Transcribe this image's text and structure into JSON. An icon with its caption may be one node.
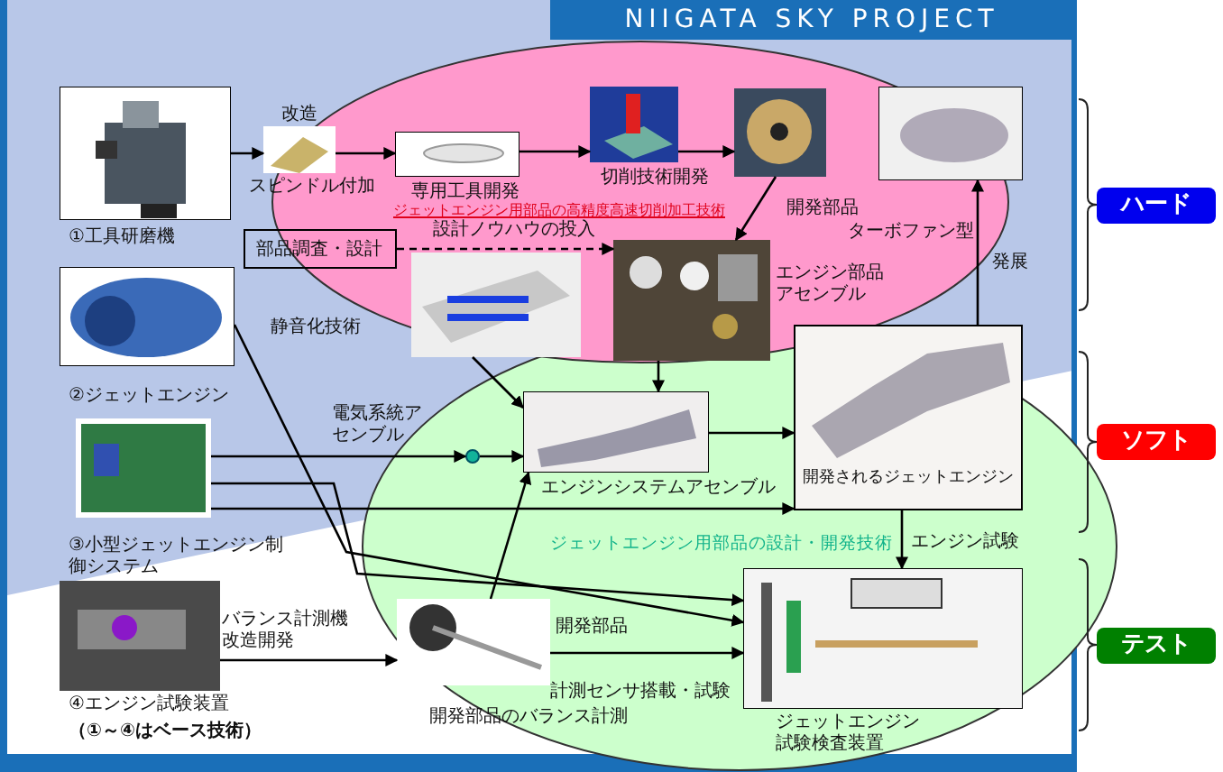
{
  "diagram": {
    "title": "NIIGATA SKY PROJECT",
    "nodes": [
      {
        "text": [],
        "shape": "picture",
        "beside": [
          "①工具研磨機"
        ]
      },
      {
        "text": [],
        "shape": "picture",
        "beside": [
          "改造",
          "スピンドル付加"
        ]
      },
      {
        "text": [
          "ジェットエンジン用部品の高精度高速切削加工技術"
        ]
      },
      {
        "text": [],
        "shape": "picture",
        "in": 2,
        "beside": [
          "専用工具開発"
        ]
      },
      {
        "text": [],
        "shape": "picture",
        "in": 2,
        "beside": [
          "切削技術開発"
        ]
      },
      {
        "text": [],
        "shape": "picture",
        "in": 2,
        "beside": [
          "開発部品"
        ]
      },
      {
        "text": [],
        "shape": "picture",
        "beside": [
          "ターボファン型"
        ]
      },
      {
        "text": [
          "部品調査・設計"
        ]
      },
      {
        "text": [],
        "shape": "picture",
        "beside": [
          "②ジェットエンジン"
        ]
      },
      {
        "text": [],
        "shape": "picture",
        "in": 2,
        "beside": [
          "静音化技術"
        ]
      },
      {
        "text": [],
        "shape": "picture",
        "in": 2,
        "beside": [
          "エンジン部品アセンブル"
        ]
      },
      {
        "text": [
          "ジェットエンジン用部品の設計・開発技術"
        ]
      },
      {
        "text": [],
        "shape": "picture",
        "beside": [
          "③小型ジェットエンジン制御システム"
        ]
      },
      {
        "text": [],
        "shape": "circle",
        "in": 11,
        "beside": [
          "電気系統アセンブル"
        ]
      },
      {
        "text": [],
        "shape": "picture",
        "in": 11,
        "beside": [
          "エンジンシステムアセンブル"
        ]
      },
      {
        "text": [
          "開発されるジェットエンジン"
        ],
        "in": 11
      },
      {
        "text": [],
        "shape": "picture",
        "beside": [
          "④エンジン試験装置",
          "（①～④はベース技術）"
        ]
      },
      {
        "text": [],
        "shape": "picture",
        "in": 11,
        "beside": [
          "開発部品のバランス計測",
          "開発部品"
        ]
      },
      {
        "text": [],
        "shape": "picture",
        "in": 11,
        "beside": [
          "ジェットエンジン試験検査装置"
        ]
      }
    ],
    "edges": [
      {
        "from": 0,
        "to": 1,
        "arrow": "to"
      },
      {
        "from": 1,
        "to": 3,
        "arrow": "to"
      },
      {
        "from": 3,
        "to": 4,
        "arrow": "to"
      },
      {
        "from": 4,
        "to": 5,
        "arrow": "to"
      },
      {
        "from": 5,
        "to": 10,
        "arrow": "to"
      },
      {
        "from": 7,
        "to": 10,
        "arrow": "to",
        "style": "dashed",
        "label": "設計ノウハウの投入"
      },
      {
        "from": 10,
        "to": 14,
        "arrow": "to"
      },
      {
        "from": 9,
        "to": 14,
        "arrow": "to"
      },
      {
        "from": 15,
        "to": 6,
        "arrow": "to",
        "label": "発展"
      },
      {
        "from": 14,
        "to": 15,
        "arrow": "to"
      },
      {
        "from": 12,
        "to": 13,
        "arrow": "to"
      },
      {
        "from": 13,
        "to": 14,
        "arrow": "to"
      },
      {
        "from": 12,
        "to": 15,
        "arrow": "to"
      },
      {
        "from": 12,
        "to": 18,
        "arrow": "to"
      },
      {
        "from": 8,
        "to": 18,
        "arrow": "to"
      },
      {
        "from": 17,
        "to": 18,
        "arrow": "to",
        "label": "計測センサ搭載・試験"
      },
      {
        "from": 17,
        "to": 14,
        "arrow": "to"
      },
      {
        "from": 16,
        "to": 17,
        "arrow": "to",
        "label": "バランス計測機改造開発"
      },
      {
        "from": 15,
        "to": 18,
        "arrow": "to",
        "label": "エンジン試験"
      }
    ],
    "labels": [
      "ハード",
      "ソフト",
      "テスト"
    ]
  }
}
